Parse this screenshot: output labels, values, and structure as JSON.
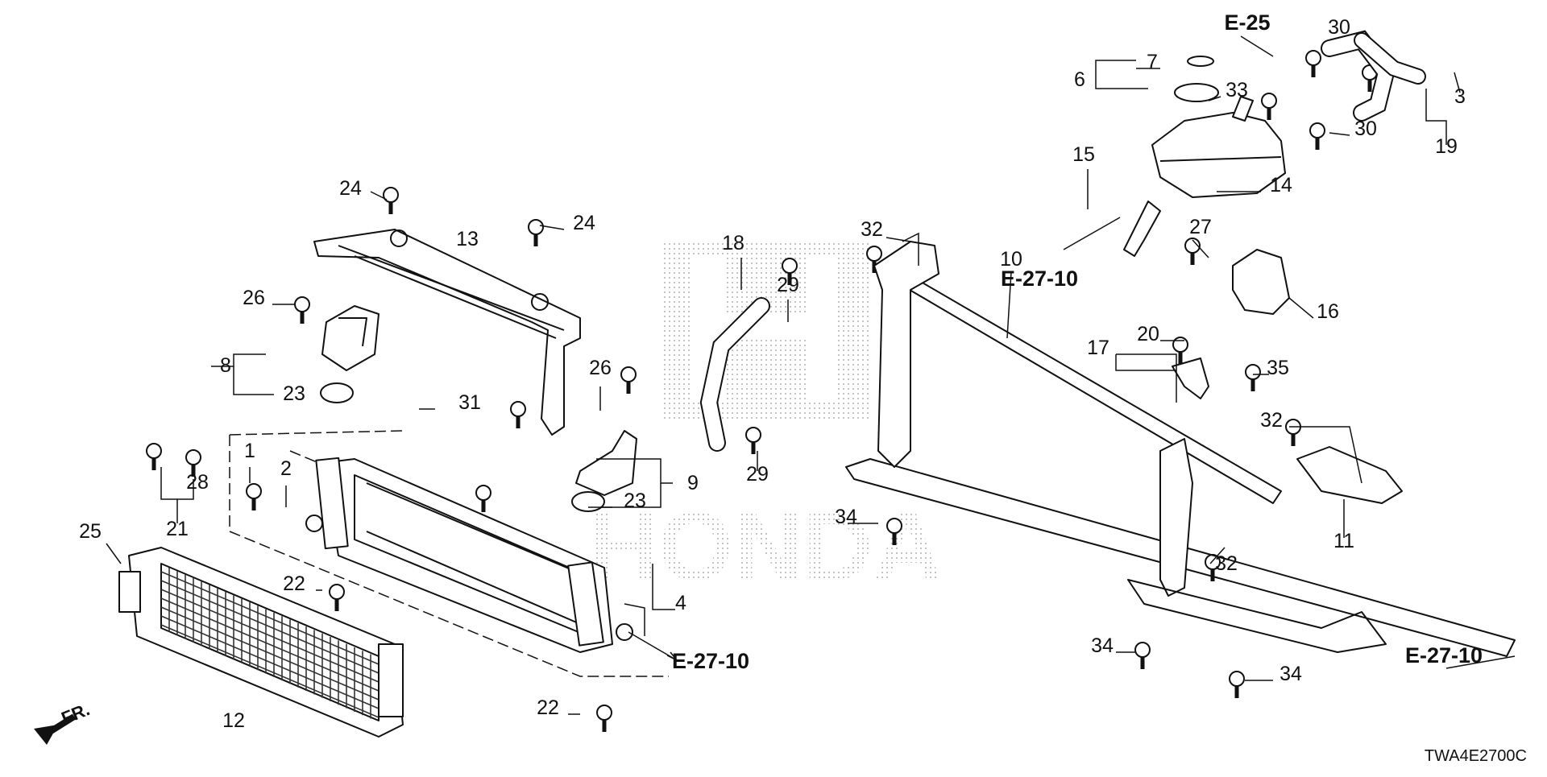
{
  "diagram": {
    "code": "TWA4E2700C",
    "front_marker": "FR.",
    "watermark": "HONDA",
    "callouts": [
      {
        "id": "c1",
        "label": "1"
      },
      {
        "id": "c2",
        "label": "2"
      },
      {
        "id": "c3",
        "label": "3"
      },
      {
        "id": "c4",
        "label": "4"
      },
      {
        "id": "c6",
        "label": "6"
      },
      {
        "id": "c7",
        "label": "7"
      },
      {
        "id": "c8",
        "label": "8"
      },
      {
        "id": "c9",
        "label": "9"
      },
      {
        "id": "c10",
        "label": "10"
      },
      {
        "id": "c11",
        "label": "11"
      },
      {
        "id": "c12",
        "label": "12"
      },
      {
        "id": "c13",
        "label": "13"
      },
      {
        "id": "c14",
        "label": "14"
      },
      {
        "id": "c15",
        "label": "15"
      },
      {
        "id": "c16",
        "label": "16"
      },
      {
        "id": "c17",
        "label": "17"
      },
      {
        "id": "c18",
        "label": "18"
      },
      {
        "id": "c19",
        "label": "19"
      },
      {
        "id": "c20",
        "label": "20"
      },
      {
        "id": "c21",
        "label": "21"
      },
      {
        "id": "c22a",
        "label": "22"
      },
      {
        "id": "c22b",
        "label": "22"
      },
      {
        "id": "c23a",
        "label": "23"
      },
      {
        "id": "c23b",
        "label": "23"
      },
      {
        "id": "c24a",
        "label": "24"
      },
      {
        "id": "c24b",
        "label": "24"
      },
      {
        "id": "c25",
        "label": "25"
      },
      {
        "id": "c26a",
        "label": "26"
      },
      {
        "id": "c26b",
        "label": "26"
      },
      {
        "id": "c27",
        "label": "27"
      },
      {
        "id": "c28",
        "label": "28"
      },
      {
        "id": "c29a",
        "label": "29"
      },
      {
        "id": "c29b",
        "label": "29"
      },
      {
        "id": "c30a",
        "label": "30"
      },
      {
        "id": "c30b",
        "label": "30"
      },
      {
        "id": "c31",
        "label": "31"
      },
      {
        "id": "c32a",
        "label": "32"
      },
      {
        "id": "c32b",
        "label": "32"
      },
      {
        "id": "c32c",
        "label": "32"
      },
      {
        "id": "c33",
        "label": "33"
      },
      {
        "id": "c34a",
        "label": "34"
      },
      {
        "id": "c34b",
        "label": "34"
      },
      {
        "id": "c34c",
        "label": "34"
      },
      {
        "id": "c35",
        "label": "35"
      }
    ],
    "references": [
      {
        "id": "r1",
        "label": "E-25"
      },
      {
        "id": "r2",
        "label": "E-27-10"
      },
      {
        "id": "r3",
        "label": "E-27-10"
      },
      {
        "id": "r4",
        "label": "E-27-10"
      }
    ]
  }
}
